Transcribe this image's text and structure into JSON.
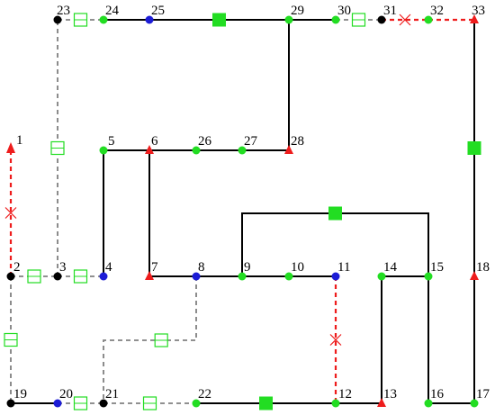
{
  "diagram": {
    "colors": {
      "black": "#000000",
      "blue": "#1c1cd6",
      "green": "#22dd22",
      "red": "#ee1c1c",
      "gray": "#808080"
    },
    "nodes": [
      {
        "id": "1",
        "label": "1",
        "marker": "triangle-red"
      },
      {
        "id": "2",
        "label": "2",
        "marker": "circle-black"
      },
      {
        "id": "3",
        "label": "3",
        "marker": "circle-black"
      },
      {
        "id": "4",
        "label": "4",
        "marker": "circle-blue"
      },
      {
        "id": "5",
        "label": "5",
        "marker": "circle-green"
      },
      {
        "id": "6",
        "label": "6",
        "marker": "triangle-red"
      },
      {
        "id": "7",
        "label": "7",
        "marker": "triangle-red"
      },
      {
        "id": "8",
        "label": "8",
        "marker": "circle-blue"
      },
      {
        "id": "9",
        "label": "9",
        "marker": "circle-green"
      },
      {
        "id": "10",
        "label": "10",
        "marker": "circle-green"
      },
      {
        "id": "11",
        "label": "11",
        "marker": "circle-blue"
      },
      {
        "id": "12",
        "label": "12",
        "marker": "circle-green"
      },
      {
        "id": "13",
        "label": "13",
        "marker": "triangle-red"
      },
      {
        "id": "14",
        "label": "14",
        "marker": "circle-green"
      },
      {
        "id": "15",
        "label": "15",
        "marker": "circle-green"
      },
      {
        "id": "16",
        "label": "16",
        "marker": "circle-green"
      },
      {
        "id": "17",
        "label": "17",
        "marker": "circle-green"
      },
      {
        "id": "18",
        "label": "18",
        "marker": "triangle-red"
      },
      {
        "id": "19",
        "label": "19",
        "marker": "circle-black"
      },
      {
        "id": "20",
        "label": "20",
        "marker": "circle-blue"
      },
      {
        "id": "21",
        "label": "21",
        "marker": "circle-black"
      },
      {
        "id": "22",
        "label": "22",
        "marker": "circle-green"
      },
      {
        "id": "23",
        "label": "23",
        "marker": "circle-black"
      },
      {
        "id": "24",
        "label": "24",
        "marker": "circle-green"
      },
      {
        "id": "25",
        "label": "25",
        "marker": "circle-blue"
      },
      {
        "id": "26",
        "label": "26",
        "marker": "circle-green"
      },
      {
        "id": "27",
        "label": "27",
        "marker": "circle-green"
      },
      {
        "id": "28",
        "label": "28",
        "marker": "triangle-red"
      },
      {
        "id": "29",
        "label": "29",
        "marker": "circle-green"
      },
      {
        "id": "30",
        "label": "30",
        "marker": "circle-green"
      },
      {
        "id": "31",
        "label": "31",
        "marker": "circle-black"
      },
      {
        "id": "32",
        "label": "32",
        "marker": "circle-green"
      },
      {
        "id": "33",
        "label": "33",
        "marker": "triangle-red"
      }
    ],
    "edges": [
      {
        "from": "2",
        "to": "1",
        "style": "red-dashed",
        "device": "x-mark"
      },
      {
        "from": "2",
        "to": "3",
        "style": "gray-dashed",
        "device": "hollow-square"
      },
      {
        "from": "3",
        "to": "4",
        "style": "gray-dashed",
        "device": "hollow-square"
      },
      {
        "from": "2",
        "to": "19",
        "style": "gray-dashed",
        "device": "hollow-square"
      },
      {
        "from": "3",
        "to": "23",
        "style": "gray-dashed",
        "device": "hollow-square"
      },
      {
        "from": "23",
        "to": "24",
        "style": "gray-dashed",
        "device": "hollow-square"
      },
      {
        "from": "24",
        "to": "25",
        "style": "solid",
        "device": "none"
      },
      {
        "from": "25",
        "to": "29",
        "style": "solid",
        "device": "filled-square"
      },
      {
        "from": "29",
        "to": "30",
        "style": "solid",
        "device": "none"
      },
      {
        "from": "30",
        "to": "31",
        "style": "gray-dashed",
        "device": "hollow-square"
      },
      {
        "from": "31",
        "to": "32",
        "style": "red-dashed",
        "device": "x-mark"
      },
      {
        "from": "32",
        "to": "33",
        "style": "red-dashed",
        "device": "none"
      },
      {
        "from": "33",
        "to": "18",
        "style": "solid",
        "device": "filled-square"
      },
      {
        "from": "18",
        "to": "17",
        "style": "solid",
        "device": "none"
      },
      {
        "from": "29",
        "to": "28",
        "style": "solid",
        "device": "none"
      },
      {
        "from": "28",
        "to": "27",
        "style": "solid",
        "device": "none"
      },
      {
        "from": "27",
        "to": "26",
        "style": "solid",
        "device": "none"
      },
      {
        "from": "26",
        "to": "6",
        "style": "solid",
        "device": "none"
      },
      {
        "from": "6",
        "to": "5",
        "style": "solid",
        "device": "none"
      },
      {
        "from": "5",
        "to": "4",
        "style": "solid",
        "device": "none"
      },
      {
        "from": "6",
        "to": "7",
        "style": "solid",
        "device": "none"
      },
      {
        "from": "7",
        "to": "8",
        "style": "solid",
        "device": "none"
      },
      {
        "from": "8",
        "to": "9",
        "style": "solid",
        "device": "none"
      },
      {
        "from": "9",
        "to": "10",
        "style": "solid",
        "device": "none"
      },
      {
        "from": "10",
        "to": "11",
        "style": "solid",
        "device": "none"
      },
      {
        "from": "9",
        "to": "15",
        "style": "solid",
        "device": "filled-square"
      },
      {
        "from": "14",
        "to": "15",
        "style": "solid",
        "device": "none"
      },
      {
        "from": "15",
        "to": "16",
        "style": "solid",
        "device": "none"
      },
      {
        "from": "16",
        "to": "17",
        "style": "solid",
        "device": "none"
      },
      {
        "from": "14",
        "to": "13",
        "style": "solid",
        "device": "none"
      },
      {
        "from": "12",
        "to": "13",
        "style": "solid",
        "device": "none"
      },
      {
        "from": "11",
        "to": "12",
        "style": "red-dashed",
        "device": "x-mark"
      },
      {
        "from": "19",
        "to": "20",
        "style": "solid",
        "device": "none"
      },
      {
        "from": "20",
        "to": "21",
        "style": "gray-dashed",
        "device": "hollow-square"
      },
      {
        "from": "21",
        "to": "22",
        "style": "gray-dashed",
        "device": "hollow-square"
      },
      {
        "from": "22",
        "to": "12",
        "style": "solid",
        "device": "filled-square"
      },
      {
        "from": "8",
        "to": "21",
        "style": "gray-dashed",
        "device": "hollow-square"
      }
    ]
  }
}
